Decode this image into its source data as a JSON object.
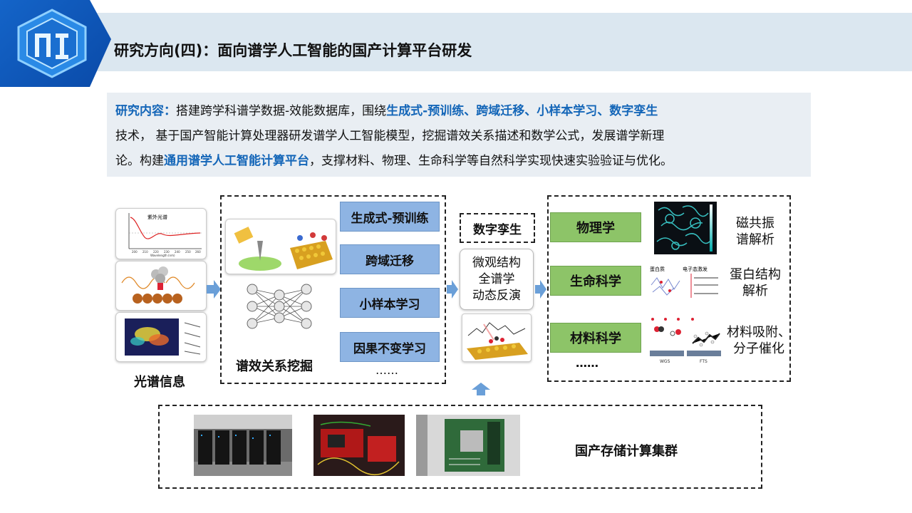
{
  "header": {
    "title": "研究方向(四)：面向谱学人工智能的国产计算平台研发"
  },
  "content": {
    "label": "研究内容：",
    "line1_a": "搭建跨学科谱学数据-效能数据库，围绕",
    "line1_hl": "生成式-预训练、跨域迁移、小样本学习、数字孪生",
    "line2": "技术， 基于国产智能计算处理器研发谱学人工智能模型，挖掘谱效关系描述和数学公式，发展谱学新理",
    "line3_a": "论。构建",
    "line3_hl": "通用谱学人工智能计算平台",
    "line3_b": "，支撑材料、物理、生命科学等自然科学实现快速实验验证与优化。"
  },
  "spectrum": {
    "card_title": "紫外光谱",
    "x_axis": "Wavelength (nm)",
    "ticks": [
      "200",
      "210",
      "220",
      "230",
      "240",
      "250",
      "260"
    ],
    "label": "光谱信息"
  },
  "mining": {
    "methods": [
      "生成式-预训练",
      "跨域迁移",
      "小样本学习",
      "因果不变学习"
    ],
    "more": "……",
    "label": "谱效关系挖掘"
  },
  "twin": {
    "title": "数字孪生",
    "desc": [
      "微观结构",
      "全谱学",
      "动态反演"
    ]
  },
  "apps": {
    "items": [
      {
        "field": "物理学",
        "desc": [
          "磁共振",
          "谱解析"
        ]
      },
      {
        "field": "生命科学",
        "desc": [
          "蛋白结构",
          "解析"
        ]
      },
      {
        "field": "材料科学",
        "desc": [
          "材料吸附、",
          "分子催化"
        ]
      }
    ],
    "more": "……",
    "protein_labels": [
      "蛋白质",
      "电子态激发"
    ],
    "catalysis_labels": [
      "WGS",
      "FTS"
    ]
  },
  "cluster": {
    "label": "国产存储计算集群"
  },
  "colors": {
    "accent": "#1466b8",
    "blue_box": "#8eb4e3",
    "green_box": "#8dc468",
    "arrow": "#6a9fd8"
  }
}
